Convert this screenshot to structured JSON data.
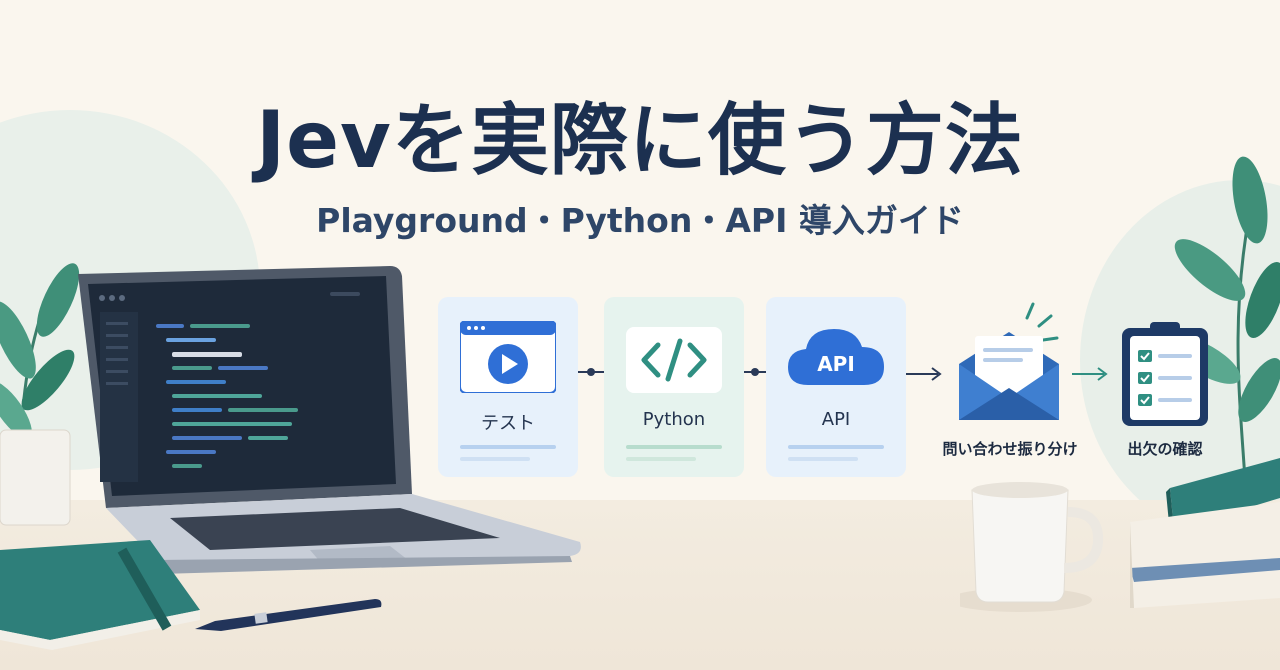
{
  "header": {
    "title": "Jevを実際に使う方法",
    "subtitle": "Playground・Python・API 導入ガイド"
  },
  "flow": {
    "cards": [
      {
        "label": "テスト",
        "icon": "browser-play-icon"
      },
      {
        "label": "Python",
        "icon": "code-brackets-icon"
      },
      {
        "label": "API",
        "icon": "api-cloud-icon",
        "badge": "API"
      }
    ],
    "steps": [
      {
        "label": "問い合わせ振り分け",
        "icon": "envelope-icon"
      },
      {
        "label": "出欠の確認",
        "icon": "clipboard-checklist-icon"
      }
    ]
  },
  "colors": {
    "title": "#1c3050",
    "accent_blue": "#2f6fd6",
    "accent_teal": "#2f8f82",
    "card_blue_bg": "#e7f1fb",
    "card_green_bg": "#e6f3ee",
    "background": "#faf6ee"
  }
}
